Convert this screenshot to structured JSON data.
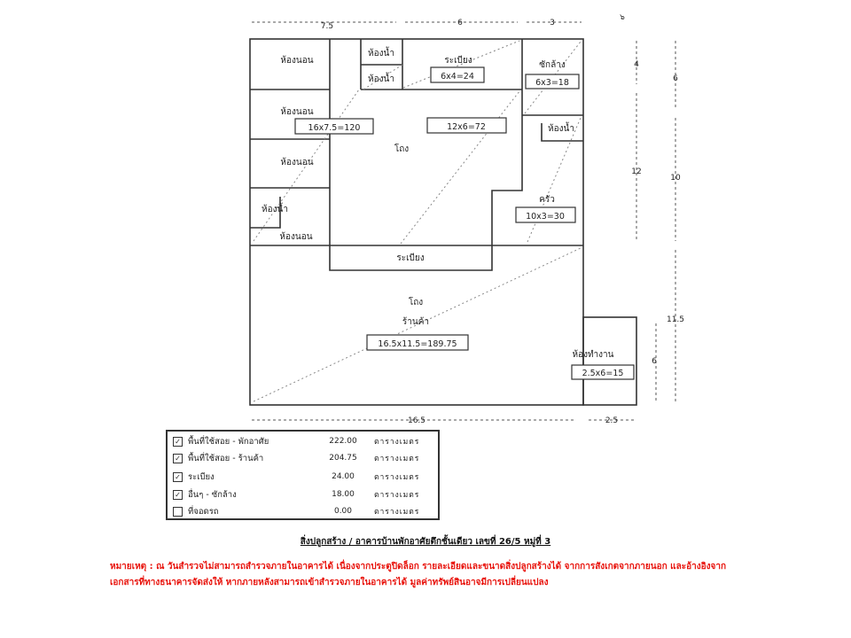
{
  "plan": {
    "rooms": {
      "bedroom": "ห้องนอน",
      "bathroom": "ห้องน้ำ",
      "veranda": "ระเบียง",
      "laundry": "ซักล้าง",
      "hall": "โถง",
      "kitchen": "ครัว",
      "shop": "ร้านค้า",
      "office": "ห้องทำงาน"
    },
    "areas": {
      "main": "16x7.5=120",
      "hall": "12x6=72",
      "veranda": "6x4=24",
      "laundry": "6x3=18",
      "kitchen": "10x3=30",
      "shop": "16.5x11.5=189.75",
      "office": "2.5x6=15"
    },
    "dimensions": {
      "top_a": "7.5",
      "top_b": "6",
      "top_c": "3",
      "right_a": "4",
      "right_b": "12",
      "right_c": "6",
      "right_d": "10",
      "right_e": "11.5",
      "right_f": "6",
      "bottom_a": "16.5",
      "bottom_b": "2.5",
      "corner_mark": "๖"
    }
  },
  "legend": {
    "unit": "ตารางเมตร",
    "items": [
      {
        "label": "พื้นที่ใช้สอย - พักอาศัย",
        "value": "222.00",
        "checked": true
      },
      {
        "label": "พื้นที่ใช้สอย - ร้านค้า",
        "value": "204.75",
        "checked": true
      },
      {
        "label": "ระเบียง",
        "value": "24.00",
        "checked": true
      },
      {
        "label": "อื่นๆ - ซักล้าง",
        "value": "18.00",
        "checked": true
      },
      {
        "label": "ที่จอดรถ",
        "value": "0.00",
        "checked": false
      }
    ]
  },
  "title": "สิ่งปลูกสร้าง / อาคารบ้านพักอาศัยตึกชั้นเดียว เลขที่ 26/5 หมู่ที่ 3",
  "note": "หมายเหตุ : ณ วันสำรวจไม่สามารถสำรวจภายในอาคารได้ เนื่องจากประตูปิดล็อก รายละเอียดและขนาดสิ่งปลูกสร้างได้ จากการสังเกตจากภายนอก และอ้างอิงจากเอกสารที่ทางธนาคารจัดส่งให้ หากภายหลังสามารถเข้าสำรวจภายในอาคารได้ มูลค่าทรัพย์สินอาจมีการเปลี่ยนแปลง",
  "colors": {
    "note": "#e8130c",
    "line": "#333333"
  }
}
